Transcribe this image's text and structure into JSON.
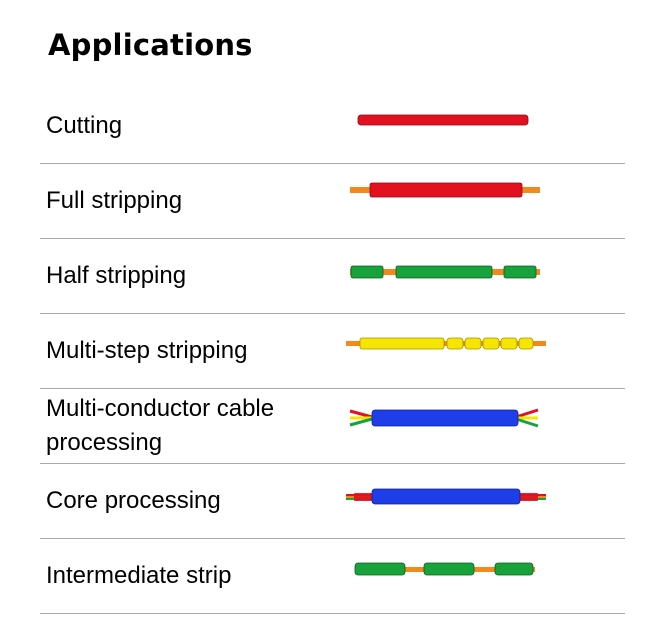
{
  "title": "Applications",
  "applications": [
    {
      "label": "Cutting",
      "icon": "cut-wire-icon"
    },
    {
      "label": "Full stripping",
      "icon": "full-strip-wire-icon"
    },
    {
      "label": "Half stripping",
      "icon": "half-strip-wire-icon"
    },
    {
      "label": "Multi-step stripping",
      "icon": "multi-step-strip-wire-icon"
    },
    {
      "label": "Multi-conductor cable processing",
      "icon": "multi-conductor-cable-icon"
    },
    {
      "label": "Core processing",
      "icon": "core-processing-wire-icon"
    },
    {
      "label": "Intermediate strip",
      "icon": "intermediate-strip-wire-icon"
    }
  ],
  "colors": {
    "red_insulation": "#e3101f",
    "green_insulation": "#17a23b",
    "yellow_insulation": "#f5e500",
    "blue_insulation": "#1d3ee8",
    "copper_core": "#f08a1c",
    "divider": "#a9a9a9"
  }
}
